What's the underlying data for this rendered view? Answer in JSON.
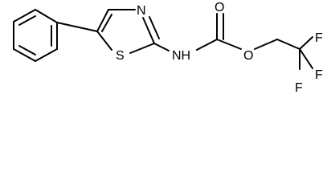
{
  "atoms": {
    "n_ring": "N",
    "s_ring": "S",
    "nh": "NH",
    "o_carbonyl": "O",
    "o_ester": "O",
    "f1": "F",
    "f2": "F",
    "f3": "F"
  }
}
